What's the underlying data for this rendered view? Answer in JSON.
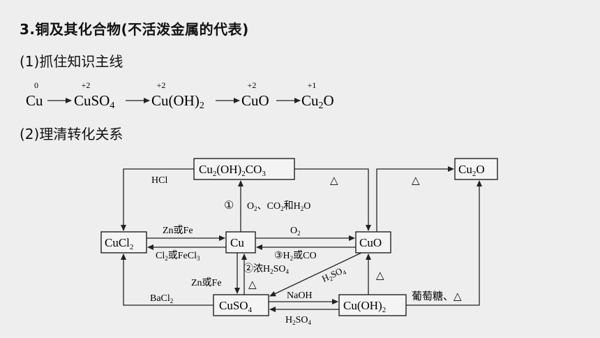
{
  "heading": "3.铜及其化合物(不活泼金属的代表)",
  "section1": "(1)抓住知识主线",
  "section2": "(2)理清转化关系",
  "chain": {
    "states": [
      "0",
      "+2",
      "+2",
      "+2",
      "+1"
    ],
    "species": [
      "Cu",
      "CuSO4",
      "Cu(OH)2",
      "CuO",
      "Cu2O"
    ]
  },
  "diagram": {
    "nodes": {
      "basic_carbonate": "Cu2(OH)2CO3",
      "cu2o": "Cu2O",
      "cucl2": "CuCl2",
      "cu": "Cu",
      "cuo": "CuO",
      "cuso4": "CuSO4",
      "cuoh2": "Cu(OH)2"
    },
    "labels": {
      "hcl": "HCl",
      "heat1": "△",
      "heat2": "△",
      "step1_num": "①",
      "step1": "O2、CO2和H2O",
      "zn_fe_1": "Zn或Fe",
      "cl2_fecl3": "Cl2或FeCl3",
      "o2": "O2",
      "step3": "③H2或CO",
      "step2": "②浓H2SO4",
      "zn_fe_2": "Zn或Fe",
      "heat3": "△",
      "h2so4_diag": "H2SO4",
      "heat4": "△",
      "bacl2": "BaCl2",
      "naoh": "NaOH",
      "h2so4": "H2SO4",
      "glucose": "葡萄糖、△"
    }
  }
}
